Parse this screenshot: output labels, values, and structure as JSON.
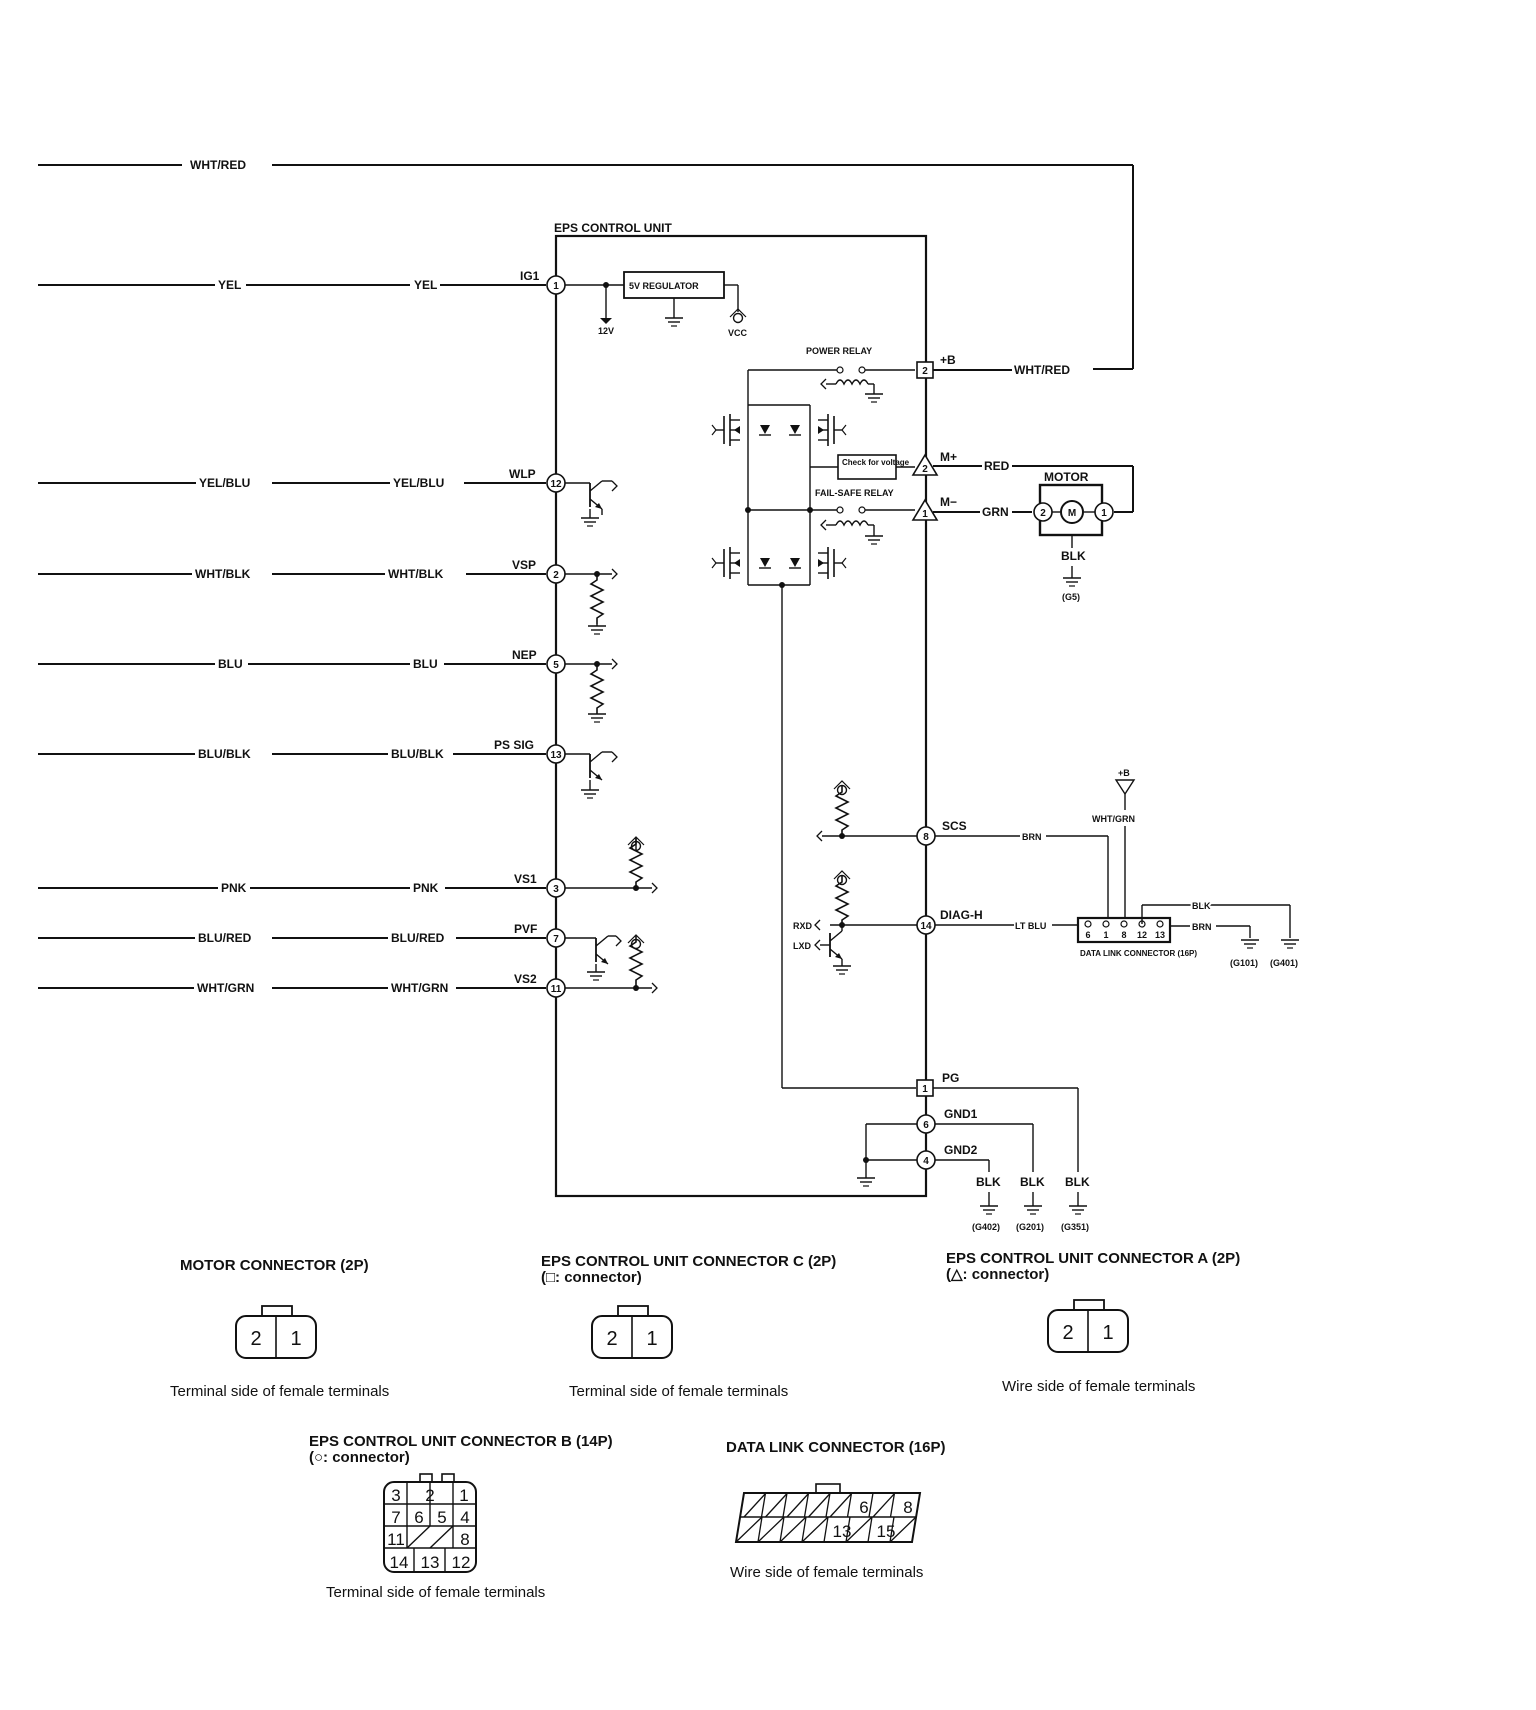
{
  "wires": {
    "top_wht_red": "WHT/RED",
    "yel_left": "YEL",
    "yel_right": "YEL",
    "yel_blu_left": "YEL/BLU",
    "yel_blu_right": "YEL/BLU",
    "wht_blk_left": "WHT/BLK",
    "wht_blk_right": "WHT/BLK",
    "blu_left": "BLU",
    "blu_right": "BLU",
    "blu_blk_left": "BLU/BLK",
    "blu_blk_right": "BLU/BLK",
    "pnk_left": "PNK",
    "pnk_right": "PNK",
    "blu_red_left": "BLU/RED",
    "blu_red_right": "BLU/RED",
    "wht_grn_left": "WHT/GRN",
    "wht_grn_right": "WHT/GRN",
    "plus_b_wire": "WHT/RED",
    "motor_plus_wire": "RED",
    "motor_minus_wire": "GRN",
    "motor_gnd_wire": "BLK",
    "scs_wire": "BRN",
    "diag_wire": "LT BLU",
    "dlc_blk": "BLK",
    "dlc_brn": "BRN",
    "dlc_supply_wire": "WHT/GRN",
    "gnd_blk_1": "BLK",
    "gnd_blk_2": "BLK",
    "gnd_blk_3": "BLK"
  },
  "unit": {
    "title": "EPS CONTROL UNIT",
    "regulator": "5V REGULATOR",
    "v12": "12V",
    "vcc": "VCC",
    "power_relay": "POWER RELAY",
    "failsafe_relay": "FAIL-SAFE RELAY",
    "check_voltage": "Check for voltage",
    "rxd": "RXD",
    "lxd": "LXD"
  },
  "terminals": {
    "ig1": "IG1",
    "wlp": "WLP",
    "vsp": "VSP",
    "nep": "NEP",
    "pssig": "PS SIG",
    "vs1": "VS1",
    "pvf": "PVF",
    "vs2": "VS2",
    "plusb": "+B",
    "mplus": "M+",
    "mminus": "M−",
    "scs": "SCS",
    "diagh": "DIAG-H",
    "pg": "PG",
    "gnd1": "GND1",
    "gnd2": "GND2"
  },
  "pins": {
    "ig1": "1",
    "wlp": "12",
    "vsp": "2",
    "nep": "5",
    "pssig": "13",
    "vs1": "3",
    "pvf": "7",
    "vs2": "11",
    "plusb": "2",
    "mplus": "2",
    "mminus": "1",
    "scs": "8",
    "diagh": "14",
    "pg": "1",
    "gnd1": "6",
    "gnd2": "4"
  },
  "motor": {
    "label": "MOTOR",
    "pin_left": "2",
    "pin_right": "1",
    "symbol": "M",
    "ground": "(G5)"
  },
  "dlc": {
    "pins": [
      "6",
      "1",
      "8",
      "12",
      "13"
    ],
    "label": "DATA LINK CONNECTOR (16P)",
    "supply": "+B",
    "ground_1": "(G101)",
    "ground_2": "(G401)"
  },
  "grounds": {
    "g402": "(G402)",
    "g201": "(G201)",
    "g351": "(G351)"
  },
  "connectors": {
    "motor": {
      "title": "MOTOR CONNECTOR (2P)",
      "caption": "Terminal side of female terminals",
      "pins": [
        "2",
        "1"
      ]
    },
    "c": {
      "title": "EPS CONTROL UNIT CONNECTOR C (2P)",
      "subtitle": "(□: connector)",
      "caption": "Terminal side of female terminals",
      "pins": [
        "2",
        "1"
      ]
    },
    "a": {
      "title": "EPS CONTROL UNIT CONNECTOR A (2P)",
      "subtitle": "(△: connector)",
      "caption": "Wire side of female terminals",
      "pins": [
        "2",
        "1"
      ]
    },
    "b": {
      "title": "EPS CONTROL UNIT CONNECTOR B (14P)",
      "subtitle": "(○: connector)",
      "caption": "Terminal side of female terminals",
      "row1": [
        "3",
        "2",
        "1"
      ],
      "row2": [
        "7",
        "6",
        "5",
        "4"
      ],
      "row3": [
        "11",
        "8"
      ],
      "row4": [
        "14",
        "13",
        "12"
      ]
    },
    "dlc": {
      "title": "DATA LINK CONNECTOR (16P)",
      "caption": "Wire side of female terminals",
      "pins": [
        "6",
        "8",
        "13",
        "15"
      ]
    }
  }
}
